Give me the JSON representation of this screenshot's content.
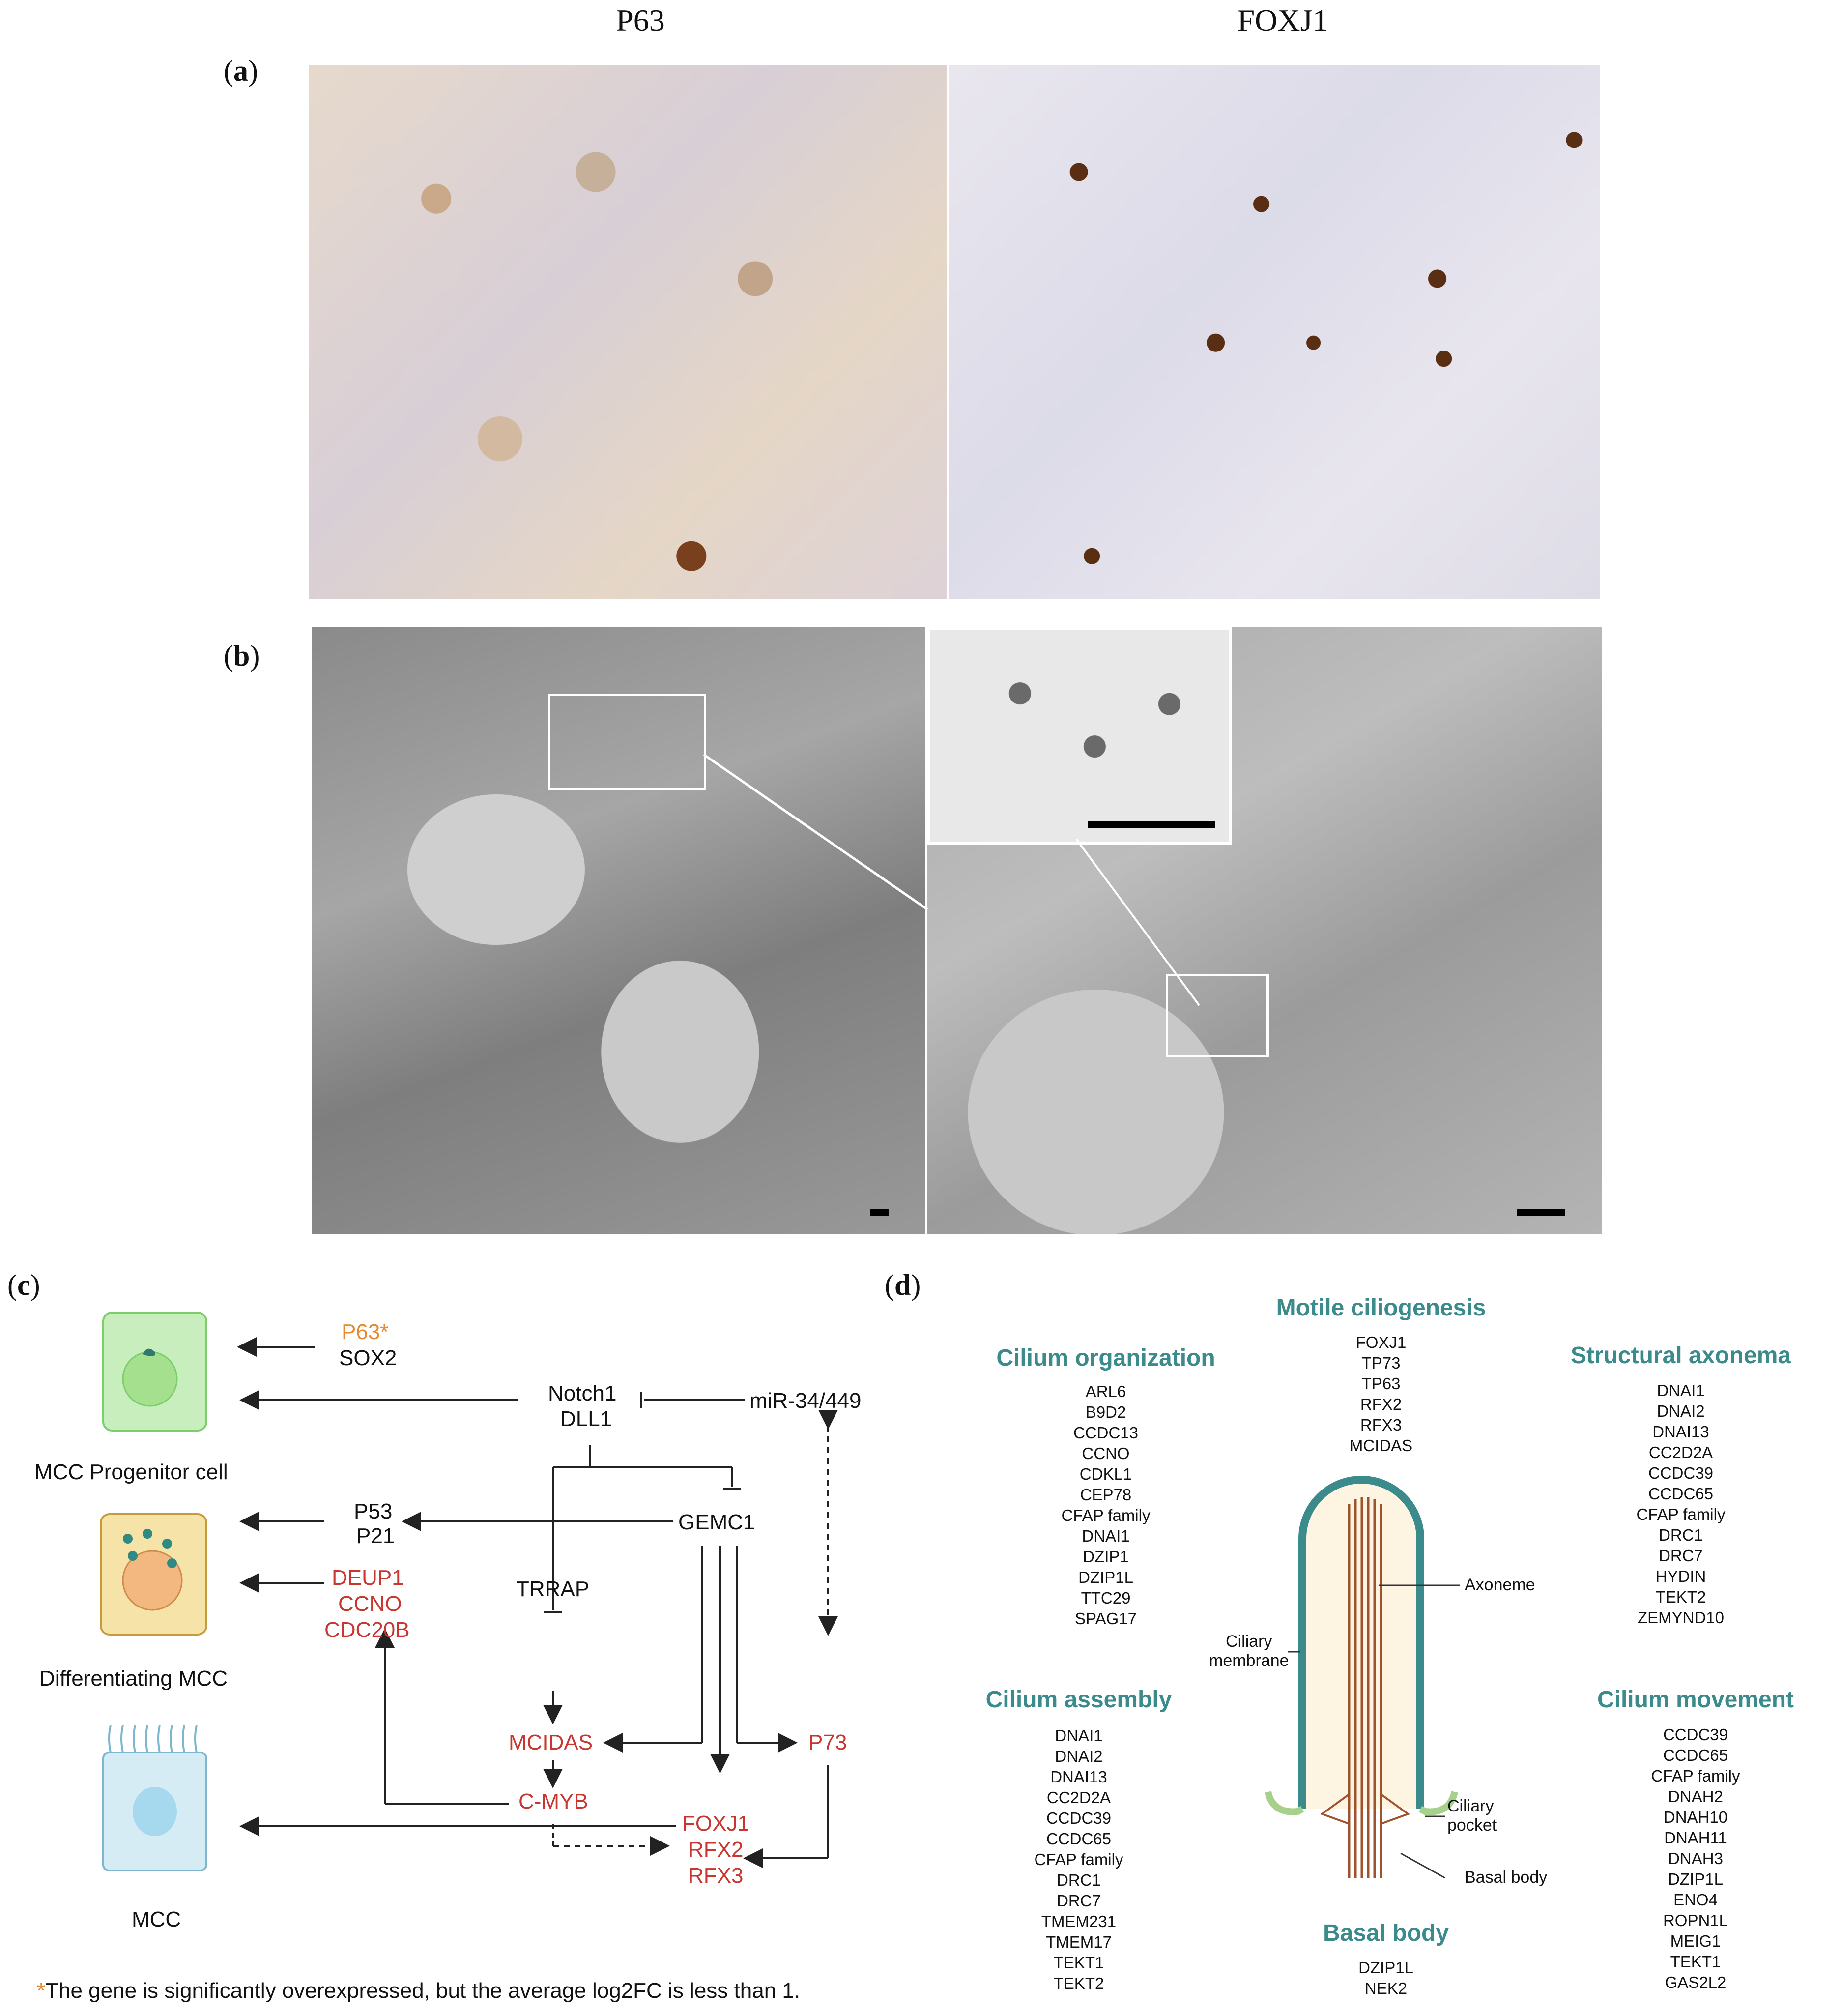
{
  "panel_a": {
    "label_open": "(",
    "label_letter": "a",
    "label_close": ")",
    "col_left": "P63",
    "col_right": "FOXJ1"
  },
  "panel_b": {
    "label_open": "(",
    "label_letter": "b",
    "label_close": ")"
  },
  "panel_c": {
    "label_open": "(",
    "label_letter": "c",
    "label_close": ")",
    "p63": "P63*",
    "sox2": "SOX2",
    "notch1": "Notch1",
    "dll1": "DLL1",
    "mir": "miR-34/449",
    "mcc_progenitor": "MCC Progenitor cell",
    "p53": "P53",
    "p21": "P21",
    "gemc1": "GEMC1",
    "differentiating": "Differentiating MCC",
    "deup1": "DEUP1",
    "ccno": "CCNO",
    "cdc20b": "CDC20B",
    "trrap": "TRRAP",
    "mcidas": "MCIDAS",
    "p73": "P73",
    "cmyb": "C-MYB",
    "foxj1": "FOXJ1",
    "rfx2": "RFX2",
    "rfx3": "RFX3",
    "mcc": "MCC",
    "footnote_star": "*",
    "footnote": "The gene is significantly overexpressed, but the average log2FC is less than 1."
  },
  "panel_d": {
    "label_open": "(",
    "label_letter": "d",
    "label_close": ")",
    "cilium_organization": {
      "title": "Cilium organization",
      "genes": [
        "ARL6",
        "B9D2",
        "CCDC13",
        "CCNO",
        "CDKL1",
        "CEP78",
        "CFAP family",
        "DNAI1",
        "DZIP1",
        "DZIP1L",
        "TTC29",
        "SPAG17"
      ]
    },
    "motile_ciliogenesis": {
      "title": "Motile ciliogenesis",
      "genes": [
        "FOXJ1",
        "TP73",
        "TP63",
        "RFX2",
        "RFX3",
        "MCIDAS"
      ]
    },
    "structural_axonema": {
      "title": "Structural axonema",
      "genes": [
        "DNAI1",
        "DNAI2",
        "DNAI13",
        "CC2D2A",
        "CCDC39",
        "CCDC65",
        "CFAP family",
        "DRC1",
        "DRC7",
        "HYDIN",
        "TEKT2",
        "ZEMYND10"
      ]
    },
    "cilium_assembly": {
      "title": "Cilium assembly",
      "genes": [
        "DNAI1",
        "DNAI2",
        "DNAI13",
        "CC2D2A",
        "CCDC39",
        "CCDC65",
        "CFAP family",
        "DRC1",
        "DRC7",
        "TMEM231",
        "TMEM17",
        "TEKT1",
        "TEKT2"
      ]
    },
    "cilium_movement": {
      "title": "Cilium movement",
      "genes": [
        "CCDC39",
        "CCDC65",
        "CFAP family",
        "DNAH2",
        "DNAH10",
        "DNAH11",
        "DNAH3",
        "DZIP1L",
        "ENO4",
        "ROPN1L",
        "MEIG1",
        "TEKT1",
        "GAS2L2"
      ]
    },
    "basal_body": {
      "title": "Basal body",
      "genes": [
        "DZIP1L",
        "NEK2"
      ]
    },
    "labels": {
      "axoneme": "Axoneme",
      "ciliary_membrane_1": "Ciliary",
      "ciliary_membrane_2": "membrane",
      "ciliary_pocket_1": "Ciliary",
      "ciliary_pocket_2": "pocket",
      "basal_body": "Basal body"
    }
  },
  "colors": {
    "teal": "#3b8a8c",
    "red": "#c8362f",
    "orange": "#e8872c"
  }
}
